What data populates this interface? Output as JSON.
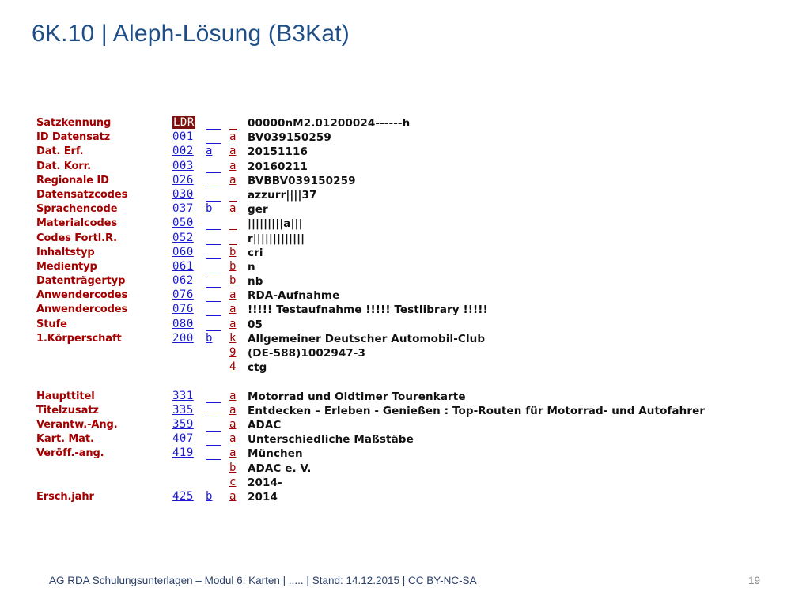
{
  "slide": {
    "title": "6K.10 | Aleph-Lösung (B3Kat)",
    "footer": "AG RDA Schulungsunterlagen – Modul 6: Karten | ..... | Stand: 14.12.2015 | CC BY-NC-SA",
    "page_number": "19"
  },
  "record": {
    "rows": [
      {
        "label": "Satzkennung",
        "tag": "LDR",
        "indicator": "",
        "subfield": "",
        "value": "00000nM2.01200024------h"
      },
      {
        "label": "ID Datensatz",
        "tag": "001",
        "indicator": "",
        "subfield": "a",
        "value": "BV039150259"
      },
      {
        "label": "Dat. Erf.",
        "tag": "002",
        "indicator": "a",
        "subfield": "a",
        "value": "20151116"
      },
      {
        "label": "Dat. Korr.",
        "tag": "003",
        "indicator": "",
        "subfield": "a",
        "value": "20160211"
      },
      {
        "label": "Regionale ID",
        "tag": "026",
        "indicator": "",
        "subfield": "a",
        "value": "BVBBV039150259"
      },
      {
        "label": "Datensatzcodes",
        "tag": "030",
        "indicator": "",
        "subfield": "",
        "value": "azzurr||||37"
      },
      {
        "label": "Sprachencode",
        "tag": "037",
        "indicator": "b",
        "subfield": "a",
        "value": "ger"
      },
      {
        "label": "Materialcodes",
        "tag": "050",
        "indicator": "",
        "subfield": "",
        "value": "|||||||||a|||"
      },
      {
        "label": "Codes Fortl.R.",
        "tag": "052",
        "indicator": "",
        "subfield": "",
        "value": "r|||||||||||||"
      },
      {
        "label": "Inhaltstyp",
        "tag": "060",
        "indicator": "",
        "subfield": "b",
        "value": "cri"
      },
      {
        "label": "Medientyp",
        "tag": "061",
        "indicator": "",
        "subfield": "b",
        "value": "n"
      },
      {
        "label": "Datenträgertyp",
        "tag": "062",
        "indicator": "",
        "subfield": "b",
        "value": "nb"
      },
      {
        "label": "Anwendercodes",
        "tag": "076",
        "indicator": "",
        "subfield": "a",
        "value": "RDA-Aufnahme"
      },
      {
        "label": "Anwendercodes",
        "tag": "076",
        "indicator": "",
        "subfield": "a",
        "value": "!!!!! Testaufnahme !!!!! Testlibrary !!!!!"
      },
      {
        "label": "Stufe",
        "tag": "080",
        "indicator": "",
        "subfield": "a",
        "value": "05"
      },
      {
        "label": "1.Körperschaft",
        "tag": "200",
        "indicator": "b",
        "subfield": "k",
        "value": "Allgemeiner Deutscher Automobil-Club"
      },
      {
        "label": "",
        "tag": "",
        "indicator": "",
        "subfield": "9",
        "value": "(DE-588)1002947-3"
      },
      {
        "label": "",
        "tag": "",
        "indicator": "",
        "subfield": "4",
        "value": "ctg"
      },
      {
        "label": "",
        "tag": "",
        "indicator": "",
        "subfield": "",
        "value": ""
      },
      {
        "label": "Haupttitel",
        "tag": "331",
        "indicator": "",
        "subfield": "a",
        "value": "Motorrad und Oldtimer Tourenkarte"
      },
      {
        "label": "Titelzusatz",
        "tag": "335",
        "indicator": "",
        "subfield": "a",
        "value": "Entdecken – Erleben - Genießen : Top-Routen für Motorrad- und Autofahrer"
      },
      {
        "label": "Verantw.-Ang.",
        "tag": "359",
        "indicator": "",
        "subfield": "a",
        "value": "ADAC"
      },
      {
        "label": "Kart. Mat.",
        "tag": "407",
        "indicator": "",
        "subfield": "a",
        "value": "Unterschiedliche Maßstäbe"
      },
      {
        "label": "Veröff.-ang.",
        "tag": "419",
        "indicator": "",
        "subfield": "a",
        "value": "München"
      },
      {
        "label": "",
        "tag": "",
        "indicator": "",
        "subfield": "b",
        "value": "ADAC e. V."
      },
      {
        "label": "",
        "tag": "",
        "indicator": "",
        "subfield": "c",
        "value": "2014-"
      },
      {
        "label": "Ersch.jahr",
        "tag": "425",
        "indicator": "b",
        "subfield": "a",
        "value": "2014"
      }
    ]
  }
}
